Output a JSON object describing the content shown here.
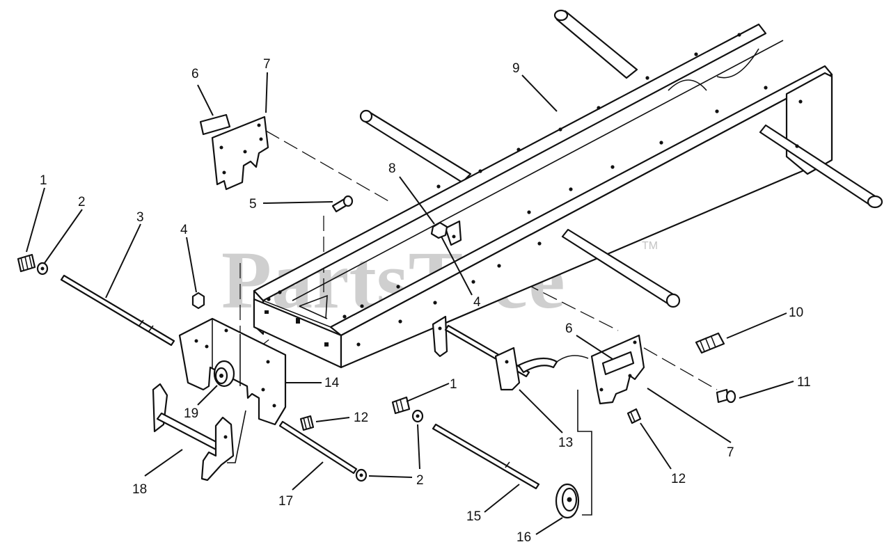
{
  "watermark": {
    "text": "PartsTree",
    "trademark": "TM"
  },
  "callouts": [
    {
      "id": "c1a",
      "label": "1"
    },
    {
      "id": "c2a",
      "label": "2"
    },
    {
      "id": "c3",
      "label": "3"
    },
    {
      "id": "c4a",
      "label": "4"
    },
    {
      "id": "c5",
      "label": "5"
    },
    {
      "id": "c6a",
      "label": "6"
    },
    {
      "id": "c7a",
      "label": "7"
    },
    {
      "id": "c8",
      "label": "8"
    },
    {
      "id": "c9",
      "label": "9"
    },
    {
      "id": "c4b",
      "label": "4"
    },
    {
      "id": "c10",
      "label": "10"
    },
    {
      "id": "c6b",
      "label": "6"
    },
    {
      "id": "c11",
      "label": "11"
    },
    {
      "id": "c1b",
      "label": "1"
    },
    {
      "id": "c14",
      "label": "14"
    },
    {
      "id": "c12a",
      "label": "12"
    },
    {
      "id": "c19",
      "label": "19"
    },
    {
      "id": "c13",
      "label": "13"
    },
    {
      "id": "c7b",
      "label": "7"
    },
    {
      "id": "c12b",
      "label": "12"
    },
    {
      "id": "c2b",
      "label": "2"
    },
    {
      "id": "c18",
      "label": "18"
    },
    {
      "id": "c17",
      "label": "17"
    },
    {
      "id": "c15",
      "label": "15"
    },
    {
      "id": "c16",
      "label": "16"
    }
  ]
}
